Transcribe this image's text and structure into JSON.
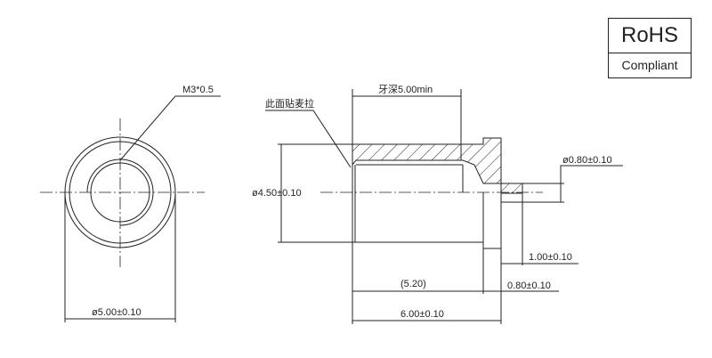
{
  "badge": {
    "title": "RoHS",
    "subtitle": "Compliant"
  },
  "front_view": {
    "thread_label": "M3*0.5",
    "diameter_label": "ø5.00±0.10"
  },
  "side_view": {
    "note_label": "此面贴麦拉",
    "thread_depth_label": "牙深5.00min",
    "body_diameter_label": "ø4.50±0.10",
    "pin_diameter_label": "ø0.80±0.10",
    "pin_length_label": "1.00±0.10",
    "flange_thickness_label": "0.80±0.10",
    "body_length_ref_label": "(5.20)",
    "total_length_label": "6.00±0.10"
  }
}
